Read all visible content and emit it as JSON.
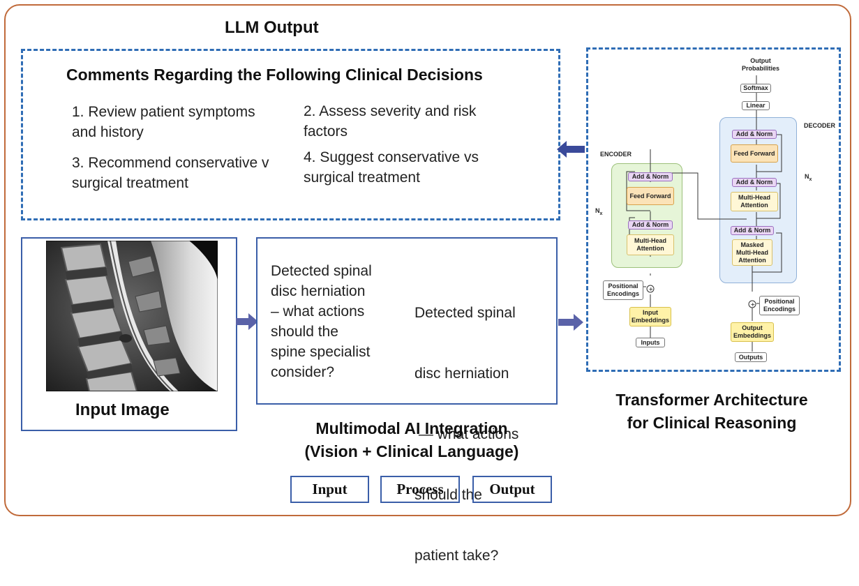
{
  "llm_output_title": "LLM Output",
  "comments_title": "Comments Regarding the Following Clinical Decisions",
  "decisions": [
    {
      "line1": "1. Review patient symptoms",
      "line2": "and history"
    },
    {
      "line1": "2. Assess severity and risk",
      "line2": "factors"
    },
    {
      "line1": "3. Recommend conservative v",
      "line2": "surgical treatment"
    },
    {
      "line1": "4. Suggest conservative vs",
      "line2": "surgical treatment"
    }
  ],
  "input_image_label": "Input Image",
  "questions": [
    {
      "lines": [
        "Detected spinal",
        "disc herniation",
        "– what actions",
        "should the",
        "spine specialist",
        "consider?"
      ]
    },
    {
      "lines": [
        "Detected spinal",
        "disc herniation",
        " — what actions",
        "should the",
        "patient take?"
      ]
    }
  ],
  "multimodal_title": [
    "Multimodal AI Integration",
    "(Vision + Clinical Language)"
  ],
  "transformer_title": [
    "Transformer Architecture",
    "for Clinical Reasoning"
  ],
  "pills": [
    "Input",
    "Process",
    "Output"
  ],
  "transformer": {
    "output_probabilities": [
      "Output",
      "Probabilities"
    ],
    "softmax": "Softmax",
    "linear": "Linear",
    "decoder": "DECODER",
    "encoder": "ENCODER",
    "add_norm": "Add & Norm",
    "feed_forward": "Feed Forward",
    "multi_head": [
      "Multi-Head",
      "Attention"
    ],
    "masked_multi_head": [
      "Masked",
      "Multi-Head",
      "Attention"
    ],
    "nx": "N",
    "nx_sub": "x",
    "positional": [
      "Positional",
      "Encodings"
    ],
    "input_embeddings": [
      "Input",
      "Embeddings"
    ],
    "output_embeddings": [
      "Output",
      "Embeddings"
    ],
    "inputs": "Inputs",
    "outputs": "Outputs"
  },
  "colors": {
    "frame": "#c06a3a",
    "dashed": "#2f6db5",
    "solid": "#3a5ea8",
    "arrow": "#5a62a8",
    "encoder_bg": "#e6f5d8",
    "decoder_bg": "#e3eefa"
  }
}
